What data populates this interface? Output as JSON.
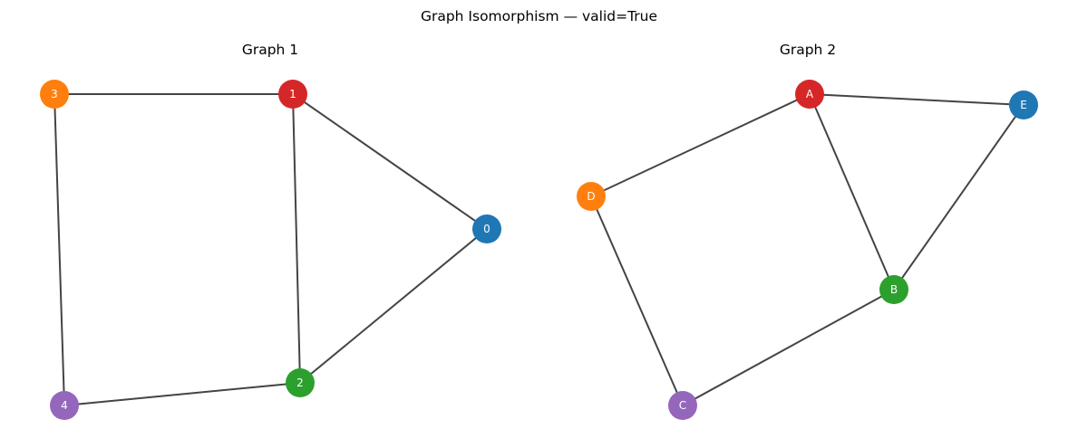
{
  "title": "Graph Isomorphism — valid=True",
  "graphs": [
    {
      "title": "Graph 1",
      "nodes": [
        {
          "id": "0",
          "label": "0",
          "color": "#1f77b4"
        },
        {
          "id": "1",
          "label": "1",
          "color": "#d62728"
        },
        {
          "id": "2",
          "label": "2",
          "color": "#2ca02c"
        },
        {
          "id": "3",
          "label": "3",
          "color": "#ff7f0e"
        },
        {
          "id": "4",
          "label": "4",
          "color": "#9467bd"
        }
      ],
      "edges": [
        [
          "3",
          "1"
        ],
        [
          "1",
          "0"
        ],
        [
          "1",
          "2"
        ],
        [
          "0",
          "2"
        ],
        [
          "3",
          "4"
        ],
        [
          "4",
          "2"
        ]
      ]
    },
    {
      "title": "Graph 2",
      "nodes": [
        {
          "id": "A",
          "label": "A",
          "color": "#d62728"
        },
        {
          "id": "B",
          "label": "B",
          "color": "#2ca02c"
        },
        {
          "id": "C",
          "label": "C",
          "color": "#9467bd"
        },
        {
          "id": "D",
          "label": "D",
          "color": "#ff7f0e"
        },
        {
          "id": "E",
          "label": "E",
          "color": "#1f77b4"
        }
      ],
      "edges": [
        [
          "A",
          "E"
        ],
        [
          "A",
          "D"
        ],
        [
          "A",
          "B"
        ],
        [
          "E",
          "B"
        ],
        [
          "D",
          "C"
        ],
        [
          "C",
          "B"
        ]
      ]
    }
  ]
}
